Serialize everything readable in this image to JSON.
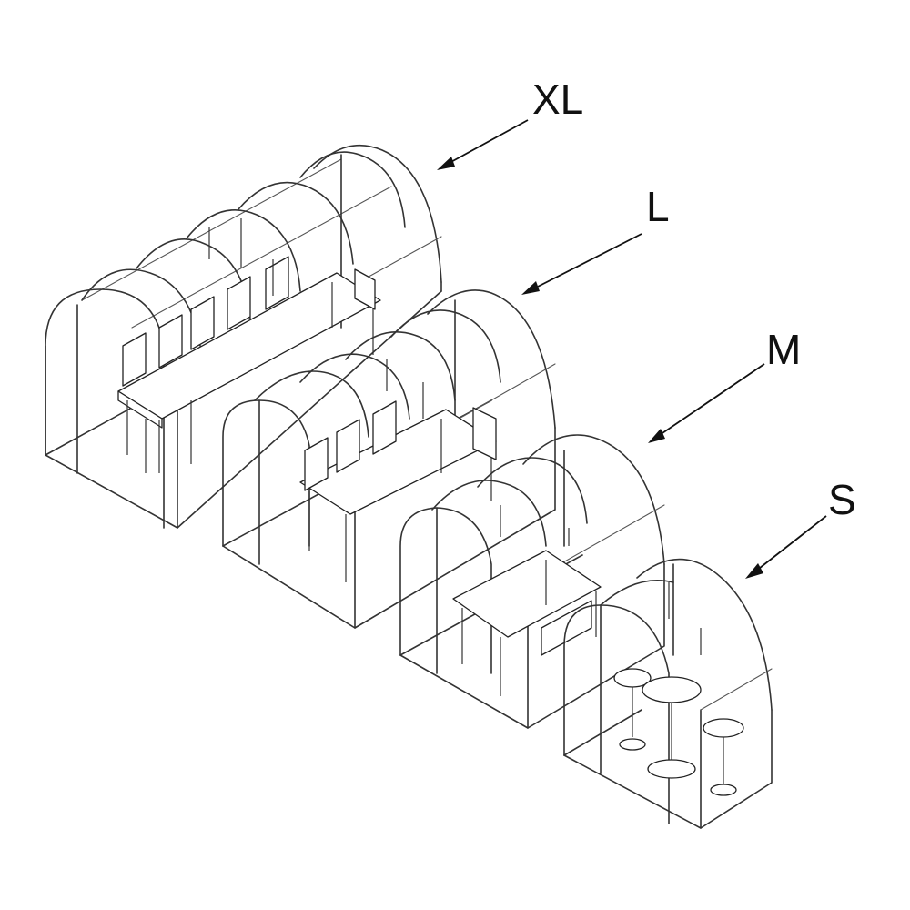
{
  "figure": {
    "labels": [
      {
        "id": "xl",
        "text": "XL"
      },
      {
        "id": "l",
        "text": "L"
      },
      {
        "id": "m",
        "text": "M"
      },
      {
        "id": "s",
        "text": "S"
      }
    ]
  }
}
